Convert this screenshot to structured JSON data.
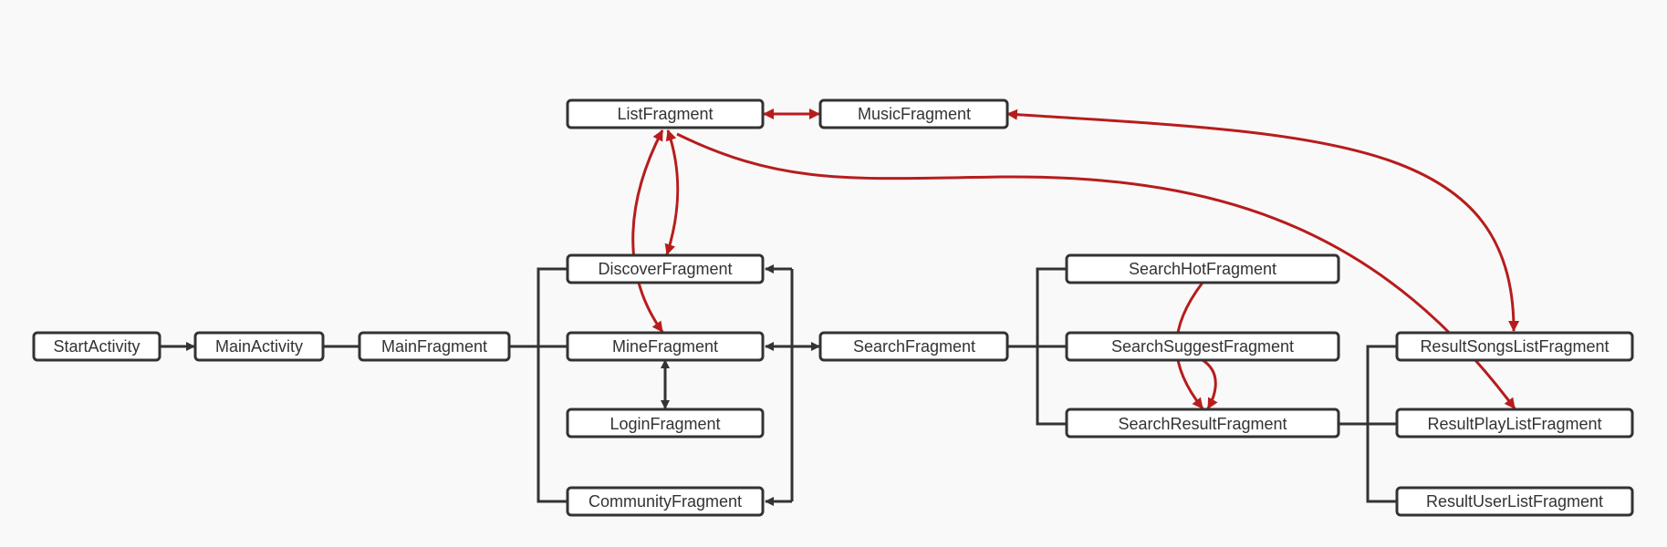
{
  "colors": {
    "background": "#f9f9f9",
    "node_fill": "#ffffff",
    "node_border": "#333333",
    "black_connector": "#333333",
    "red_connector": "#b71c1c"
  },
  "nodes": {
    "start_activity": "StartActivity",
    "main_activity": "MainActivity",
    "main_fragment": "MainFragment",
    "list_fragment": "ListFragment",
    "music_fragment": "MusicFragment",
    "discover_fragment": "DiscoverFragment",
    "mine_fragment": "MineFragment",
    "login_fragment": "LoginFragment",
    "community_fragment": "CommunityFragment",
    "search_fragment": "SearchFragment",
    "search_hot_fragment": "SearchHotFragment",
    "search_suggest_fragment": "SearchSuggestFragment",
    "search_result_fragment": "SearchResultFragment",
    "result_songs_list_fragment": "ResultSongsListFragment",
    "result_play_list_fragment": "ResultPlayListFragment",
    "result_user_list_fragment": "ResultUserListFragment"
  }
}
